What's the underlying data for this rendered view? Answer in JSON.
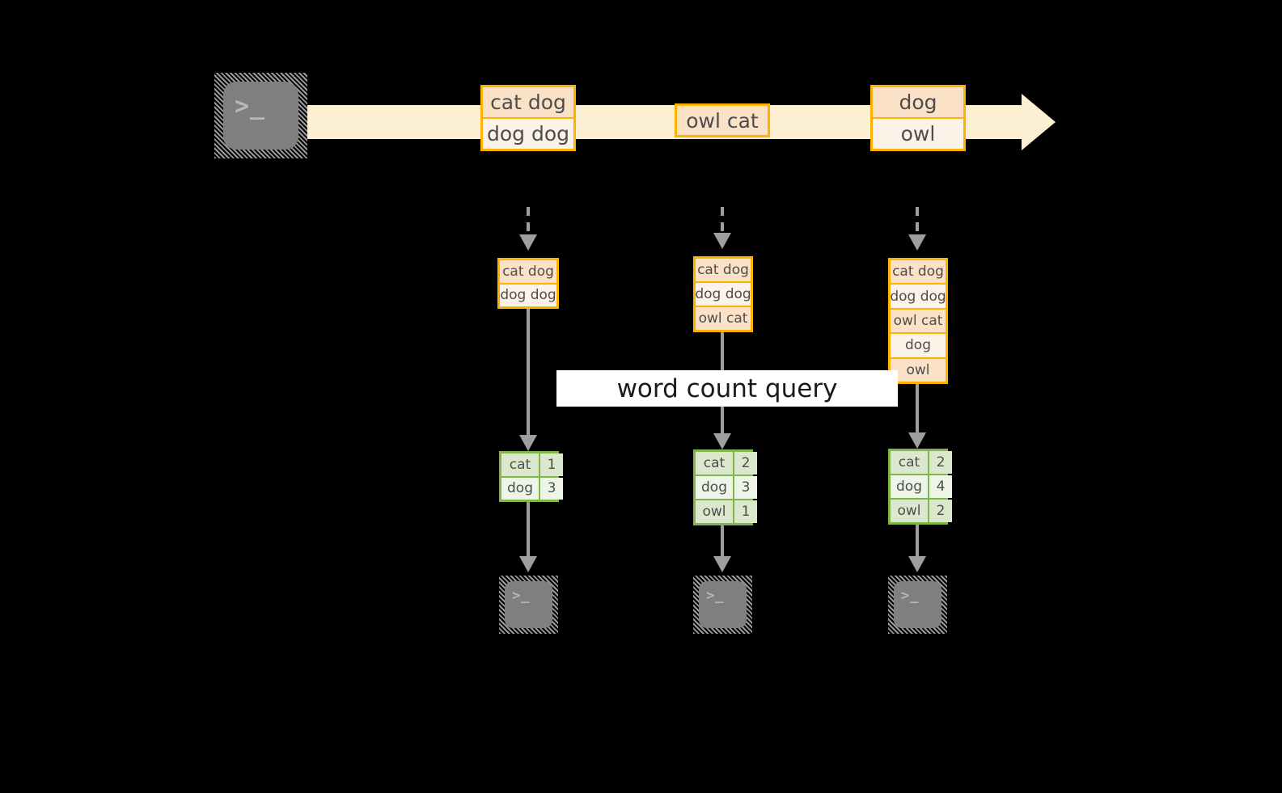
{
  "diagram": {
    "title_label": "word count query",
    "colors": {
      "stream_fill": "#FDF0D2",
      "record_border": "#FFB200",
      "record_cell_dark": "#FBE1C6",
      "record_cell_light": "#FDF2E8",
      "result_border": "#7FB846",
      "result_cell_dark": "#DCE8CE",
      "result_cell_light": "#EFF4E9",
      "arrow_grey": "#9E9E9E",
      "terminal_grey": "#7F7F7F",
      "background": "#000000",
      "label_background": "#FFFFFF"
    },
    "source": {
      "icon": "terminal-icon",
      "prompt_glyph": ">_"
    },
    "stream_records": [
      {
        "lines": [
          "cat dog",
          "dog dog"
        ]
      },
      {
        "lines": [
          "owl cat"
        ]
      },
      {
        "lines": [
          "dog",
          "owl"
        ]
      }
    ],
    "columns": [
      {
        "accumulated": [
          "cat dog",
          "dog dog"
        ],
        "result": {
          "rows": [
            {
              "word": "cat",
              "count": "1"
            },
            {
              "word": "dog",
              "count": "3"
            }
          ]
        },
        "sink": {
          "icon": "terminal-icon",
          "prompt_glyph": ">_"
        }
      },
      {
        "accumulated": [
          "cat dog",
          "dog dog",
          "owl cat"
        ],
        "result": {
          "rows": [
            {
              "word": "cat",
              "count": "2"
            },
            {
              "word": "dog",
              "count": "3"
            },
            {
              "word": "owl",
              "count": "1"
            }
          ]
        },
        "sink": {
          "icon": "terminal-icon",
          "prompt_glyph": ">_"
        }
      },
      {
        "accumulated": [
          "cat dog",
          "dog dog",
          "owl cat",
          "dog",
          "owl"
        ],
        "result": {
          "rows": [
            {
              "word": "cat",
              "count": "2"
            },
            {
              "word": "dog",
              "count": "4"
            },
            {
              "word": "owl",
              "count": "2"
            }
          ]
        },
        "sink": {
          "icon": "terminal-icon",
          "prompt_glyph": ">_"
        }
      }
    ]
  }
}
